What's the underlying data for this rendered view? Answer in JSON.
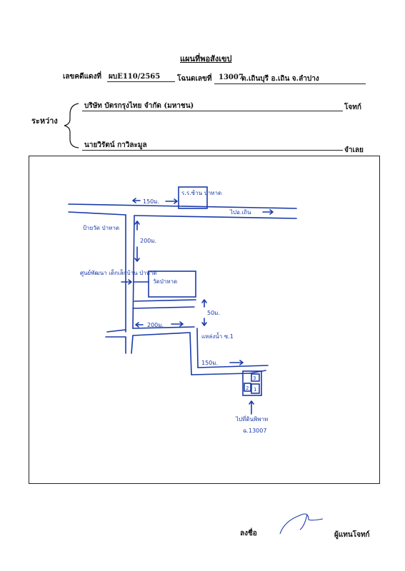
{
  "title": "แผนที่พอสังเขป",
  "case_line": {
    "case_label": "เลขคดีแดงที่",
    "case_no": "ผบE110/2565",
    "deed_label": "โฉนดเลขที่",
    "deed_no": "13007",
    "location": "ต.เถินบุรี อ.เถิน จ.ลำปาง"
  },
  "between_label": "ระหว่าง",
  "plaintiff": {
    "name": "บริษัท บัตรกรุงไทย  จำกัด (มหาชน)",
    "role": "โจทก์"
  },
  "defendant": {
    "name": "นายวิรัตน์ กาวิละมูล",
    "role": "จำเลย"
  },
  "map_labels": {
    "school": "ร.ร.ซ้าน ป่าหาด",
    "dist_150_top": "150ม.",
    "to_thoen": "ไปอ.เถิน",
    "sign_pahad": "ป้ายวัด ป่าหาด",
    "dist_200_vert": "200ม.",
    "child_center": "ศูนย์พัฒนา เด็กเล็กบ้าน ป่าหาด",
    "temple": "วัดป่าหาด",
    "dist_50": "50ม.",
    "dist_200_horz": "200ม.",
    "reservoir": "แหล่งน้ำ ซ.1",
    "dist_150_bottom": "150ม.",
    "plot_1": "1",
    "plot_2": "2",
    "plot_3": "3",
    "to_land": "ไปที่ดินพิพาท",
    "deed_ref": "ฉ.13007"
  },
  "signature": {
    "label": "ลงชื่อ",
    "role": "ผู้แทนโจทก์"
  }
}
